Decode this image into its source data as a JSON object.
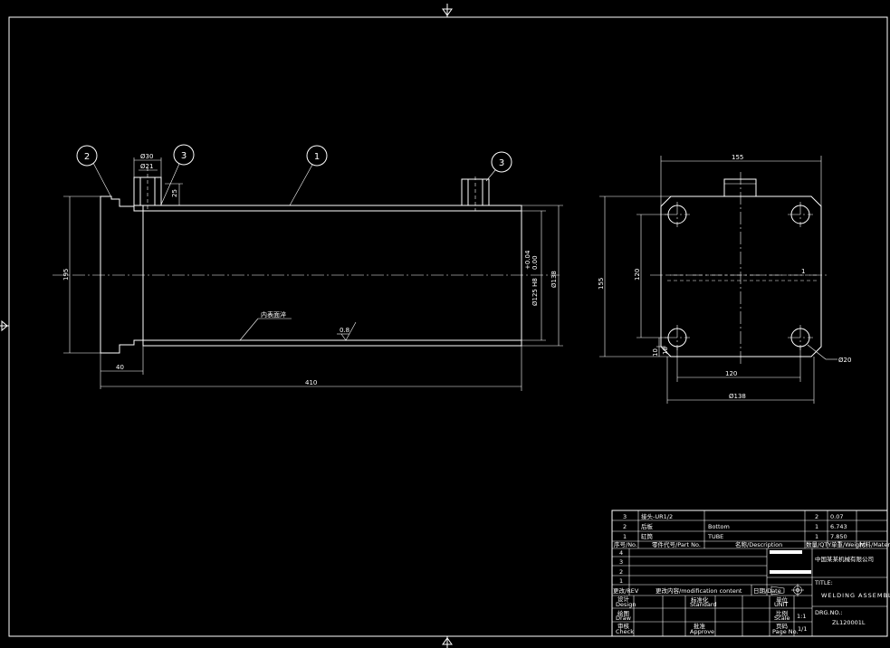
{
  "drawing": {
    "balloons": [
      "2",
      "3",
      "1",
      "3"
    ],
    "front_view": {
      "dims": {
        "d30": "Ø30",
        "d21": "Ø21",
        "h25": "25",
        "h195": "195",
        "d125": "Ø125 H8",
        "tol_upper": "+0.04",
        "tol_lower": "0.00",
        "d138": "Ø138",
        "w40": "40",
        "w410": "410"
      },
      "note_inner": "内表面淬",
      "roughness": "0.8"
    },
    "side_view": {
      "dims": {
        "w155": "155",
        "h155": "155",
        "h120": "120",
        "w120": "120",
        "h10": "10",
        "h18": "18",
        "d138": "Ø138",
        "d20": "Ø20",
        "marker": "1"
      }
    }
  },
  "title_block": {
    "bom": [
      {
        "no": "3",
        "code": "接头-UR1/2",
        "name": "",
        "qty": "2",
        "weight": "0.07"
      },
      {
        "no": "2",
        "code": "后板",
        "name": "Bottom",
        "qty": "1",
        "weight": "6.743"
      },
      {
        "no": "1",
        "code": "缸筒",
        "name": "TUBE",
        "qty": "1",
        "weight": "7.850"
      }
    ],
    "bom_header": {
      "no": "序号/No.",
      "code": "零件代号/Part No.",
      "name": "名称/Description",
      "qty": "数量/QTY",
      "weight": "单重/Weight",
      "remark": "材料/Material"
    },
    "revisions": [
      "4",
      "3",
      "2",
      "1"
    ],
    "rev_header": {
      "rev": "更改/REV",
      "content": "更改内容/modification content",
      "date": "日期/Date"
    },
    "company": "中国某某机械有限公司",
    "title_label": "TITLE:",
    "title": "WELDING ASSEMBLY",
    "dwg_label": "DRG.NO.:",
    "dwg_no": "ZL120001L",
    "signatures": [
      {
        "cn": "设计",
        "en": "Design"
      },
      {
        "cn": "绘图",
        "en": "Draw"
      },
      {
        "cn": "审核",
        "en": "Check"
      }
    ],
    "standard": {
      "cn": "标准化",
      "en": "Standard"
    },
    "approve": {
      "cn": "批准",
      "en": "Approve"
    },
    "unit": {
      "cn": "单位",
      "en": "UNIT"
    },
    "scale": {
      "cn": "比例",
      "en": "Scale",
      "value": "1:1"
    },
    "sheet": {
      "cn": "页码",
      "en": "Page No.",
      "value": "1/1"
    }
  }
}
